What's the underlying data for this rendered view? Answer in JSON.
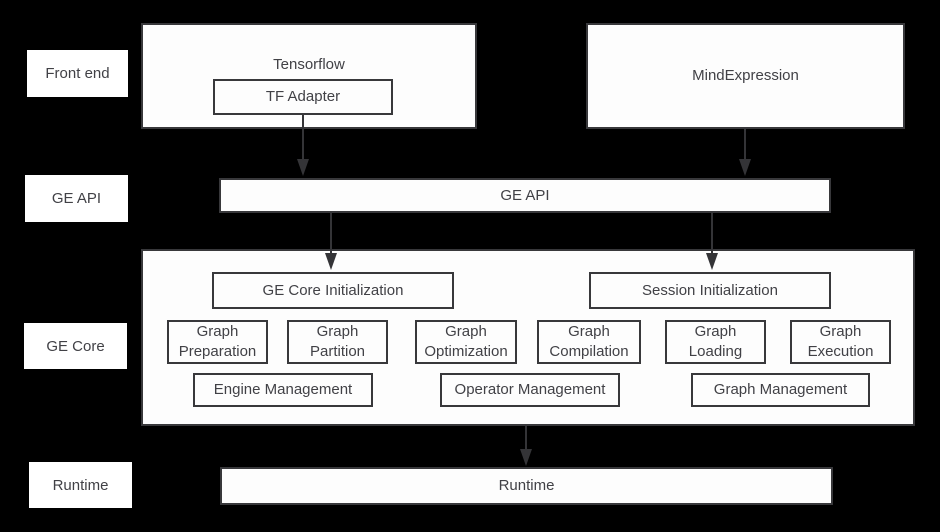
{
  "colors": {
    "background": "#000000",
    "box_fill": "#fdfdfd",
    "box_border": "#38383b",
    "text": "#414146",
    "arrow": "#343437"
  },
  "side_labels": {
    "front_end": "Front end",
    "ge_api": "GE API",
    "ge_core": "GE Core",
    "runtime": "Runtime"
  },
  "front_end": {
    "tensorflow": "Tensorflow",
    "tf_adapter": "TF Adapter",
    "mind_expression": "MindExpression"
  },
  "ge_api": {
    "label": "GE API"
  },
  "ge_core": {
    "ge_core_initialization": "GE Core Initialization",
    "session_initialization": "Session Initialization",
    "stages": [
      "Graph Preparation",
      "Graph Partition",
      "Graph Optimization",
      "Graph Compilation",
      "Graph Loading",
      "Graph Execution"
    ],
    "management": [
      "Engine Management",
      "Operator Management",
      "Graph Management"
    ]
  },
  "runtime": {
    "label": "Runtime"
  }
}
